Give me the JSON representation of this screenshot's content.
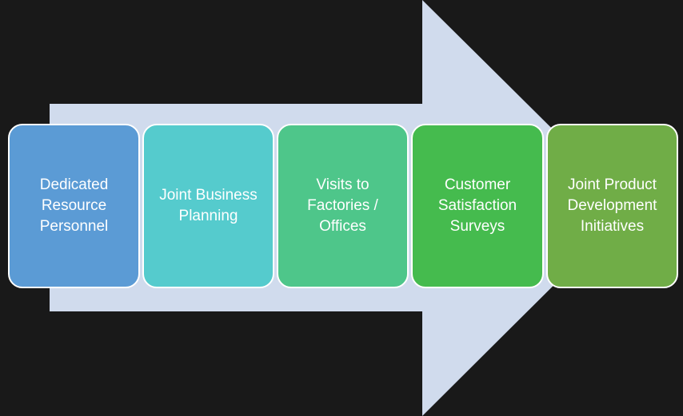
{
  "colors": {
    "background": "#191919",
    "arrow": "#d0dbed",
    "box_border": "#ffffff",
    "text": "#ffffff"
  },
  "steps": [
    {
      "label": "Dedicated Resource Personnel",
      "color": "#5b9bd5"
    },
    {
      "label": "Joint Business Planning",
      "color": "#55cbcd"
    },
    {
      "label": "Visits to Factories / Offices",
      "color": "#4ec68a"
    },
    {
      "label": "Customer Satisfaction Surveys",
      "color": "#45bb4e"
    },
    {
      "label": "Joint Product Development Initiatives",
      "color": "#70ad47"
    }
  ]
}
